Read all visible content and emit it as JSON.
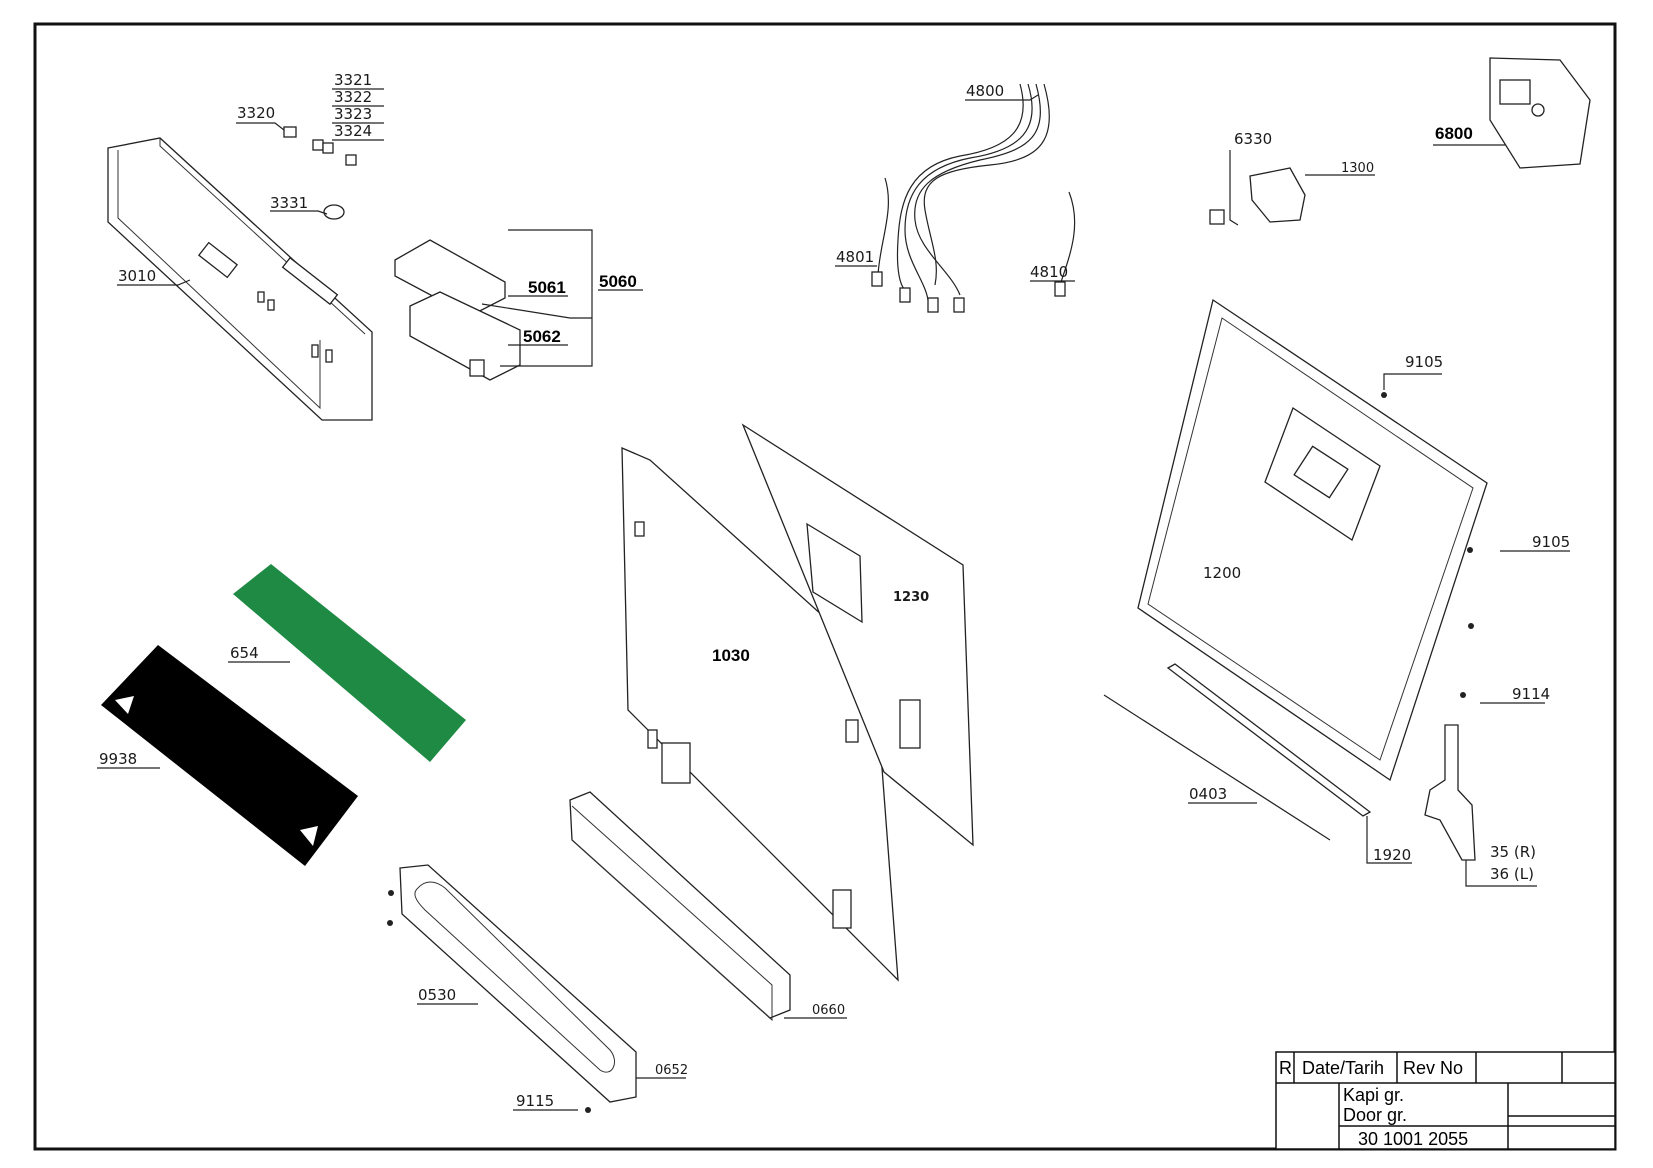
{
  "labels": {
    "p3321": "3321",
    "p3322": "3322",
    "p3323": "3323",
    "p3324": "3324",
    "p3320": "3320",
    "p3331": "3331",
    "p3010": "3010",
    "p5061": "5061",
    "p5060": "5060",
    "p5062": "5062",
    "p4800": "4800",
    "p4801": "4801",
    "p4810": "4810",
    "p6330": "6330",
    "p1300": "1300",
    "p6800": "6800",
    "p9105a": "9105",
    "p9105b": "9105",
    "p1200": "1200",
    "p9114": "9114",
    "p0403": "0403",
    "p1920": "1920",
    "p35r": "35 (R)",
    "p36l": "36 (L)",
    "p654": "654",
    "p9938": "9938",
    "p1030": "1030",
    "p1230": "1230",
    "p0530": "0530",
    "p0660": "0660",
    "p0652": "0652",
    "p9115": "9115"
  },
  "title_block": {
    "r": "R",
    "date": "Date/Tarih",
    "rev": "Rev No",
    "name_tr": "Kapi gr.",
    "name_en": "Door gr.",
    "doc_no": "30 1001 2055"
  },
  "colors": {
    "frame": "#111111",
    "green_part": "#1e8a44",
    "black_part": "#000000"
  }
}
